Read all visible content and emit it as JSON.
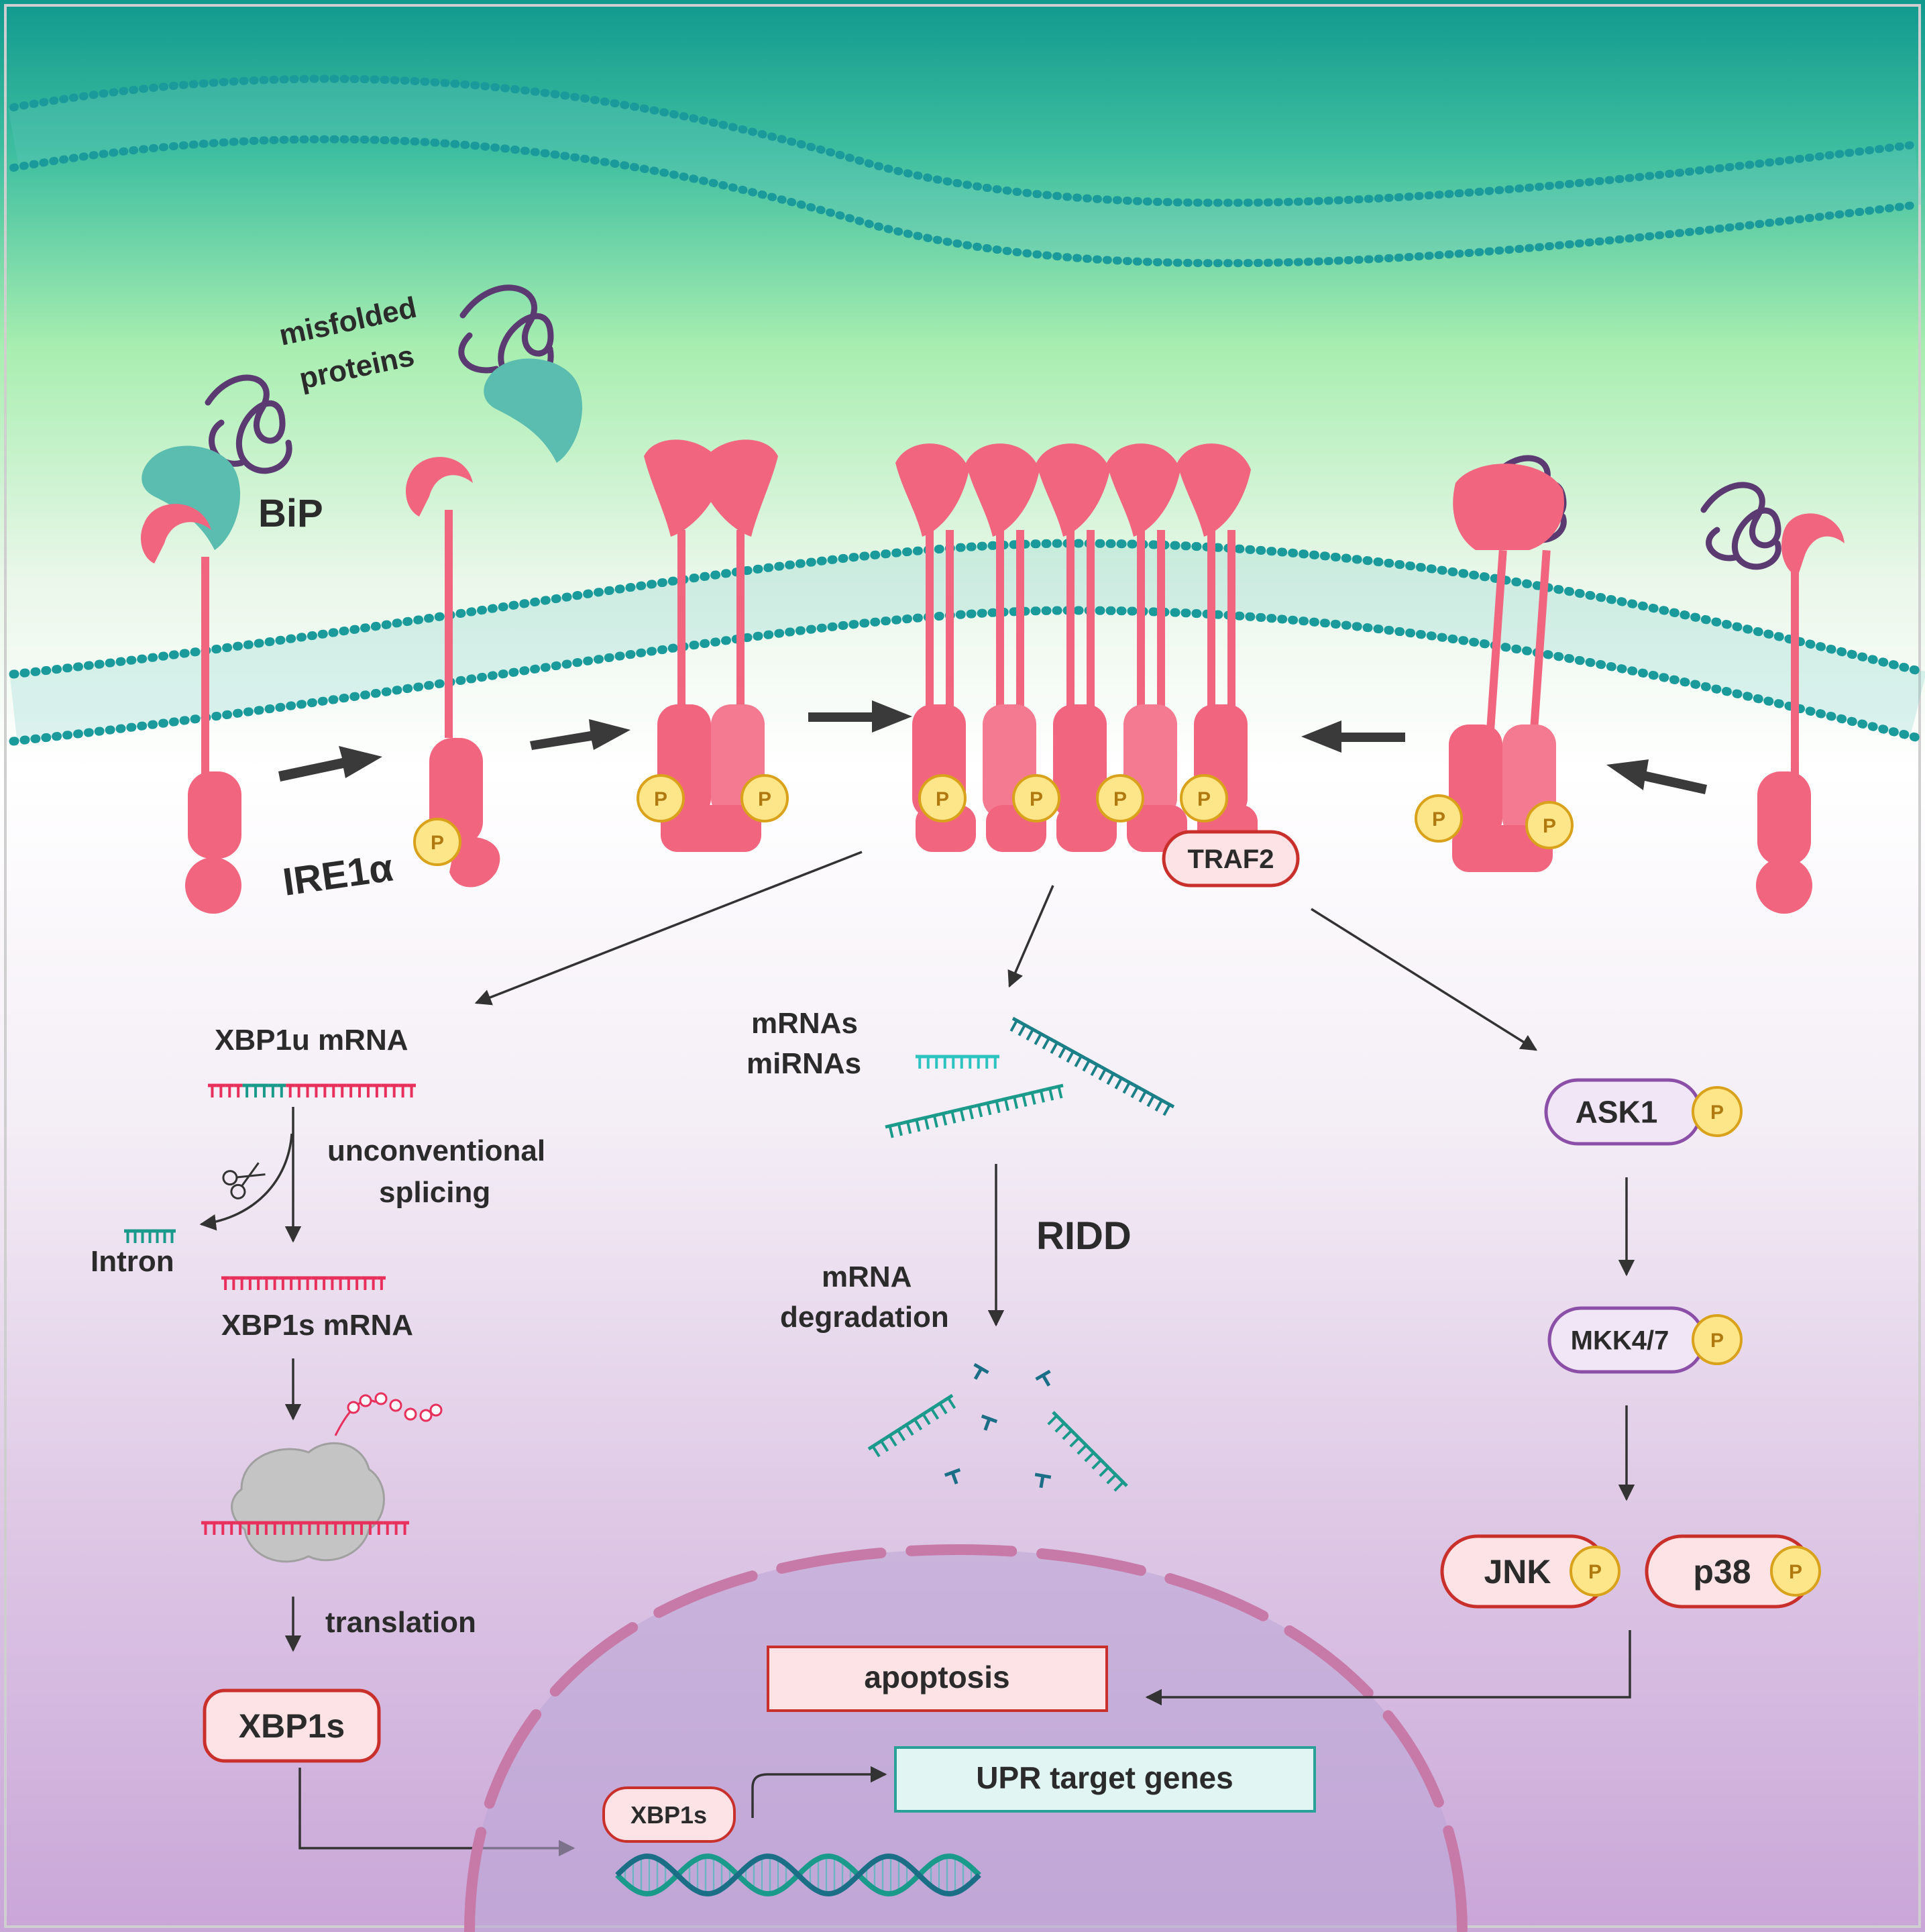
{
  "labels": {
    "misfolded": "misfolded",
    "proteins": "proteins",
    "bip": "BiP",
    "ire1a": "IRE1α",
    "traf2": "TRAF2",
    "xbp1u_mrna": "XBP1u mRNA",
    "unconventional": "unconventional",
    "splicing": "splicing",
    "intron": "Intron",
    "xbp1s_mrna": "XBP1s mRNA",
    "translation": "translation",
    "xbp1s_protein": "XBP1s",
    "xbp1s_nuclear": "XBP1s",
    "mrnas": "mRNAs",
    "mirnas": "miRNAs",
    "ridd": "RIDD",
    "mrna": "mRNA",
    "degradation": "degradation",
    "ask1": "ASK1",
    "mkk47": "MKK4/7",
    "jnk": "JNK",
    "p38": "p38",
    "apoptosis": "apoptosis",
    "upr_target_genes": "UPR target genes",
    "phospho": "P"
  },
  "colors": {
    "ire1a": "#f2657f",
    "bip": "#5bbdb0",
    "misfolded_protein": "#5b3a72",
    "membrane": "#1a9a9a",
    "rna_red": "#e8305c",
    "rna_teal": "#1a9a8a",
    "phospho_fill": "#fde58a",
    "phospho_stroke": "#d9a21a",
    "apoptosis_border": "#c9302c",
    "upr_border": "#2aa198",
    "kinase_border": "#8b4fa8",
    "nucleus": "#b9a6d6"
  }
}
